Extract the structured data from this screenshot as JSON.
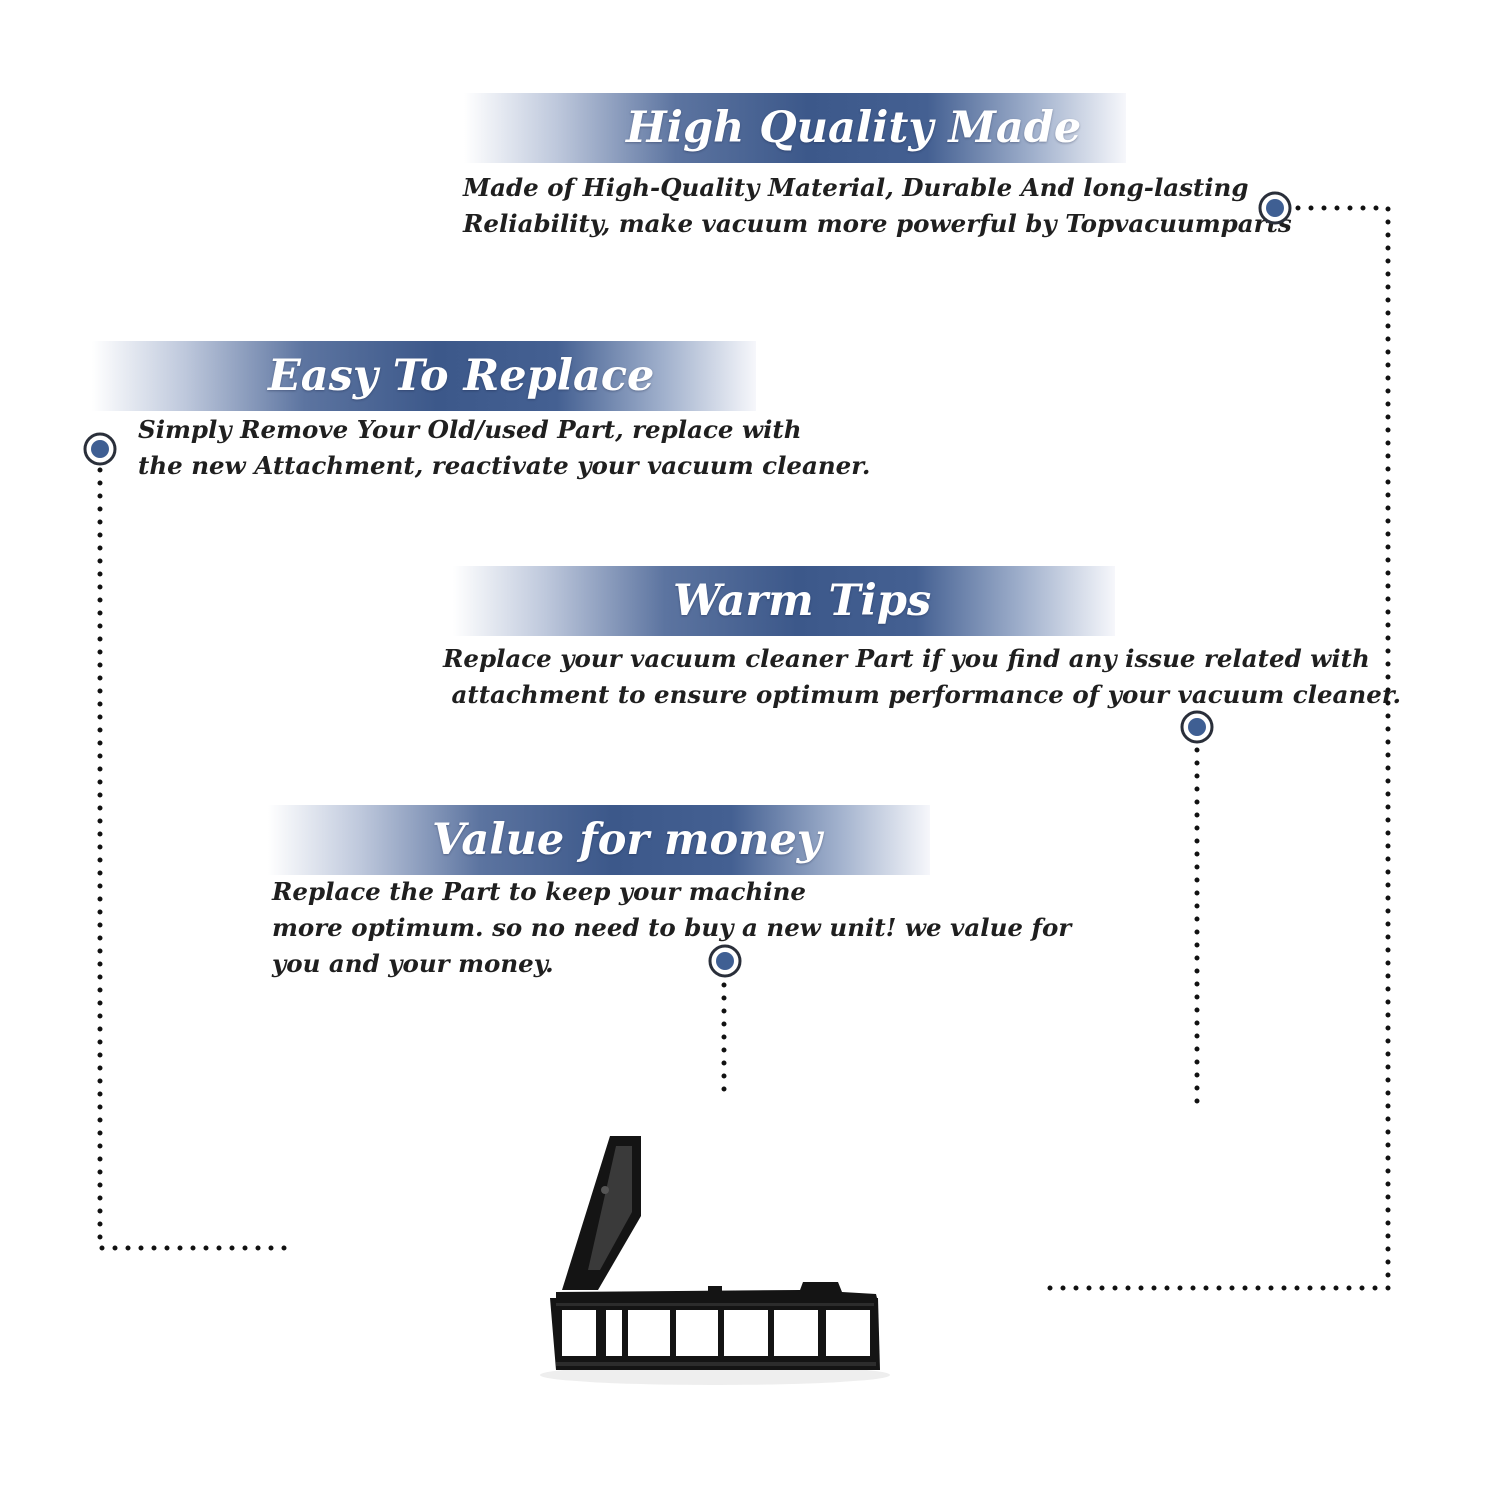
{
  "sections": [
    {
      "title": "High Quality Made",
      "lines": [
        "Made of  High-Quality Material, Durable And long-lasting",
        "Reliability, make vacuum more powerful by Topvacuumparts"
      ]
    },
    {
      "title": "Easy To Replace",
      "lines": [
        "Simply Remove Your Old/used Part, replace with",
        "the new Attachment, reactivate your vacuum cleaner."
      ]
    },
    {
      "title": "Warm Tips",
      "lines": [
        "Replace your vacuum cleaner Part if you find any issue related with",
        " attachment to ensure optimum performance of your vacuum cleaner."
      ]
    },
    {
      "title": "Value for money",
      "lines": [
        "Replace the Part to keep your machine",
        "more optimum. so no need to buy a new unit! we value for",
        "you and your money."
      ]
    }
  ],
  "colors": {
    "banner_blue": "#3c588a",
    "marker_blue": "#3f5f93",
    "text": "#1f1f1f",
    "dots": "#111111",
    "product": "#141414"
  },
  "product": {
    "icon": "vacuum-filter-grill-icon"
  }
}
